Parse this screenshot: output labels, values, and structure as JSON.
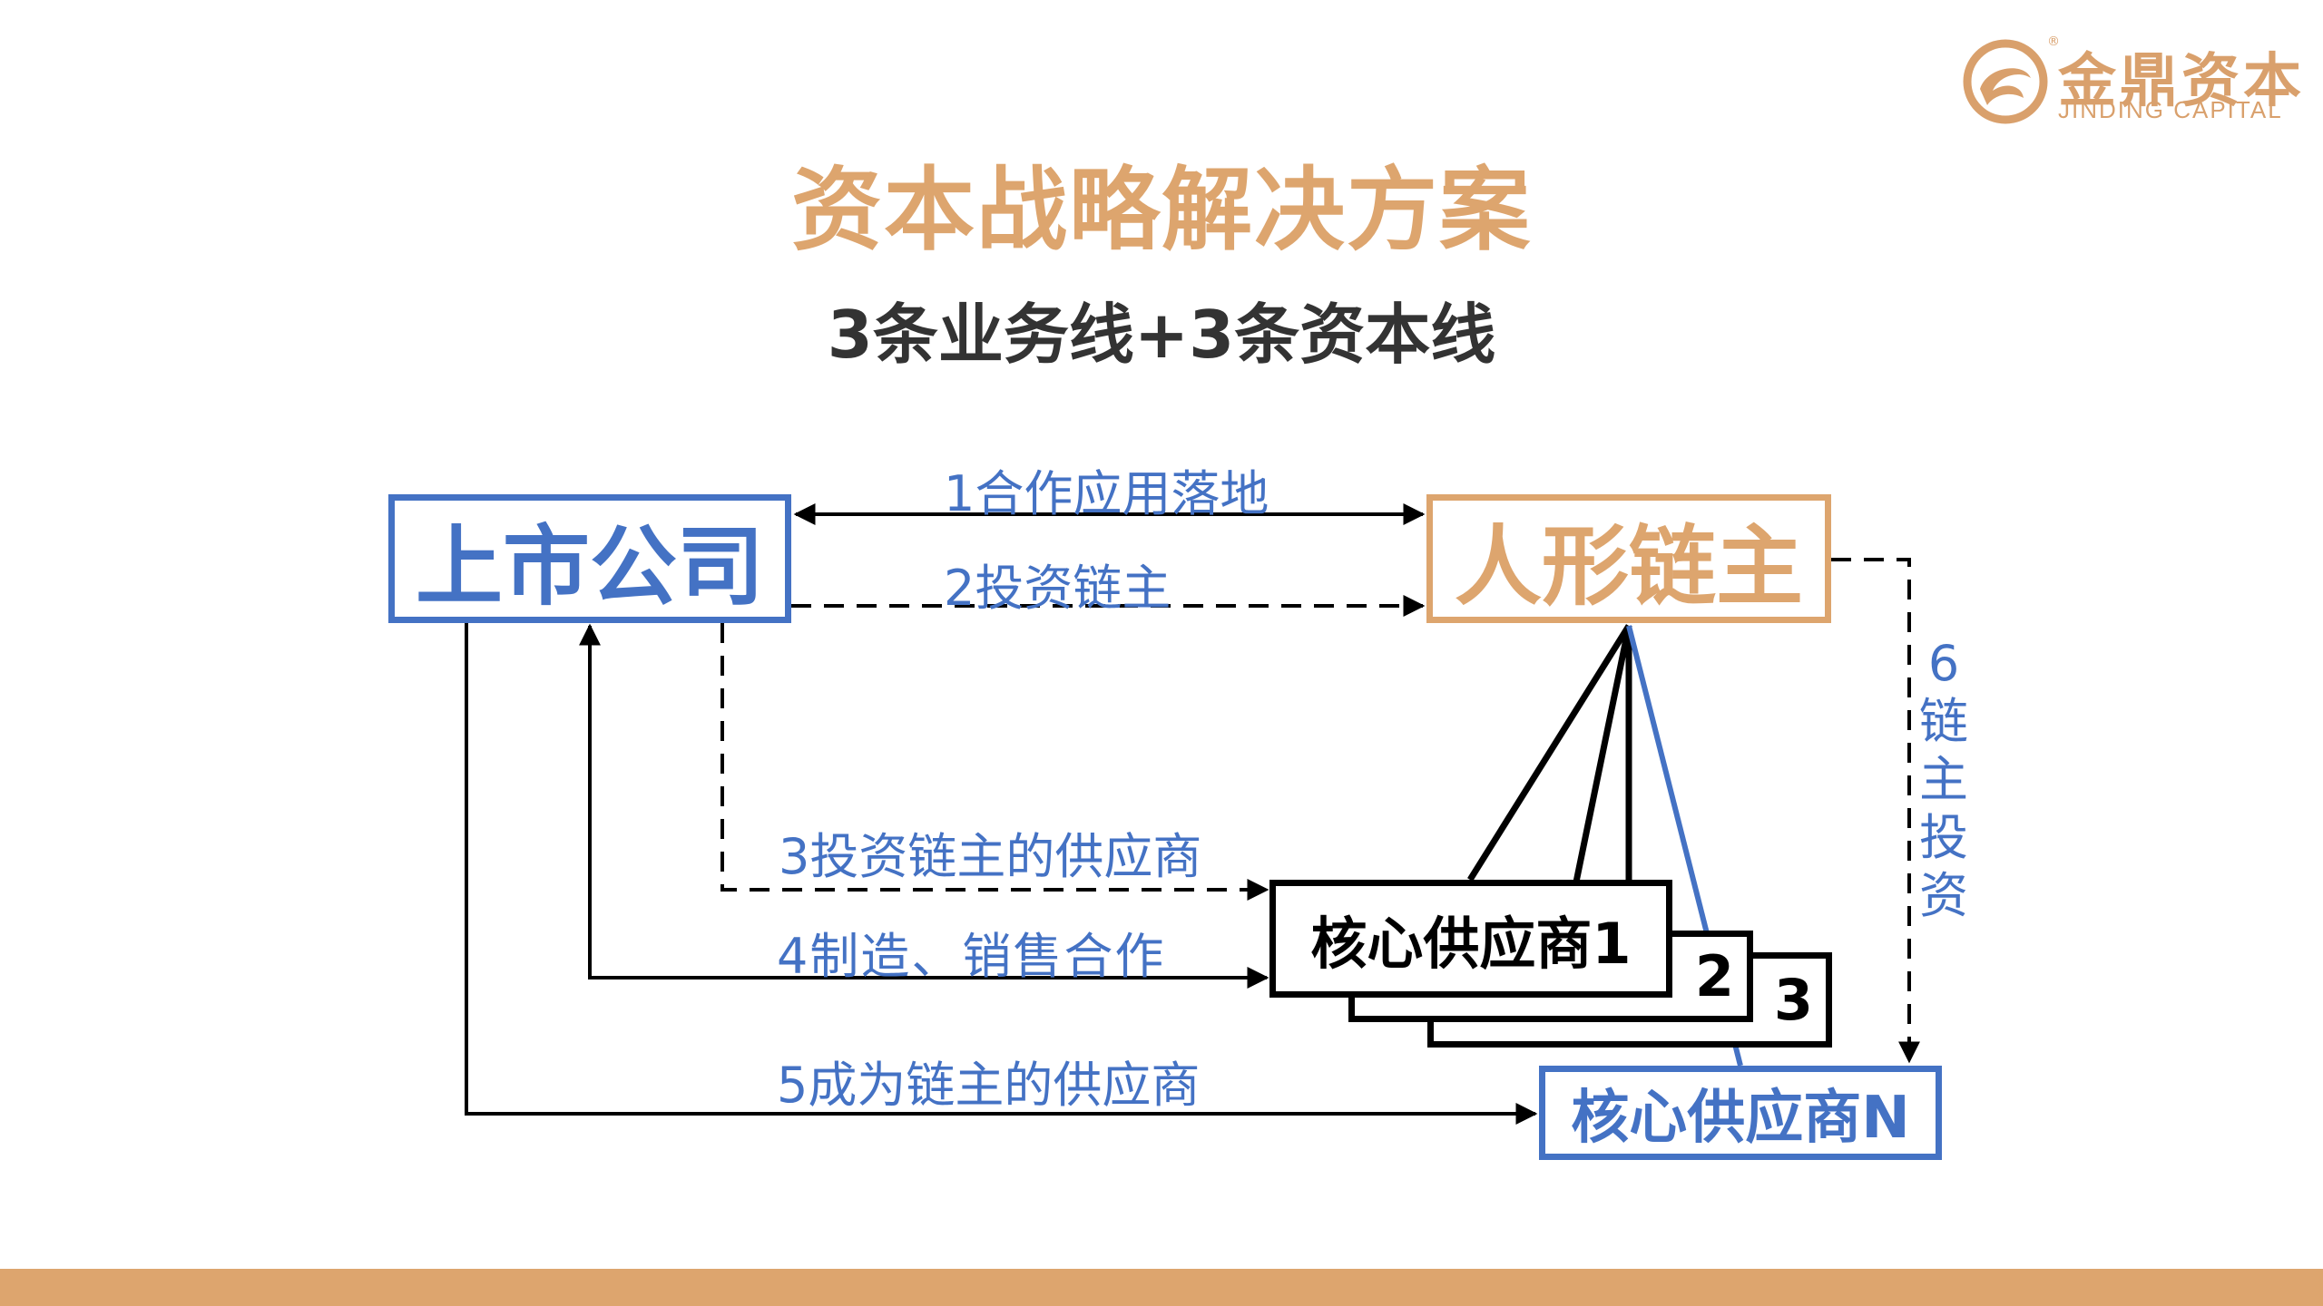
{
  "logo": {
    "name": "金鼎资本",
    "name_en": "JINDING CAPITAL",
    "registered_mark": "®"
  },
  "title": "资本战略解决方案",
  "subtitle": "3条业务线+3条资本线",
  "nodes": {
    "listed_company": "上市公司",
    "chain_master": "人形链主",
    "supplier_1": "核心供应商1",
    "supplier_2": "2",
    "supplier_3": "3",
    "supplier_n": "核心供应商N"
  },
  "edges": {
    "e1": "1合作应用落地",
    "e2": "2投资链主",
    "e3": "3投资链主的供应商",
    "e4": "4制造、销售合作",
    "e5": "5成为链主的供应商",
    "e6": "6链主投资"
  },
  "colors": {
    "gold": "#DDA56E",
    "blue": "#4472C4",
    "dark": "#333333"
  }
}
